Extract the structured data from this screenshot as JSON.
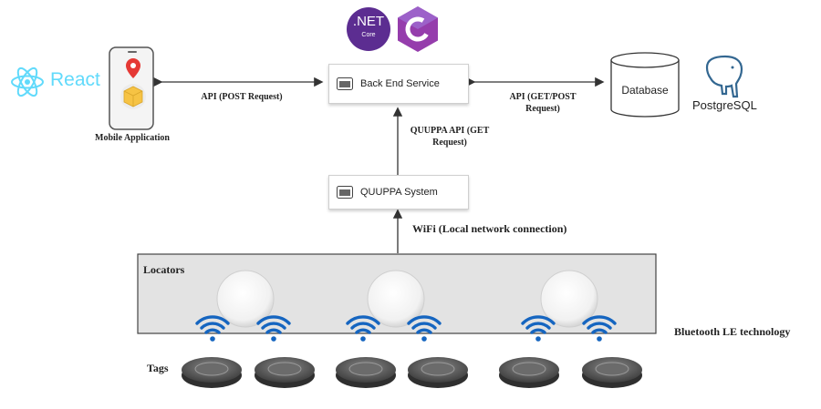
{
  "logos": {
    "dotnet": {
      "text": ".NET",
      "subtext": "Core",
      "color": "#5c2d91"
    },
    "csharp": {
      "text": "C#",
      "color": "#953dac"
    },
    "react": {
      "text": "React",
      "color": "#61dafb"
    },
    "postgres": {
      "text": "PostgreSQL",
      "color": "#336791"
    }
  },
  "nodes": {
    "backend": "Back End Service",
    "quuppa": "QUUPPA System",
    "database": "Database",
    "mobile": "Mobile Application"
  },
  "connections": {
    "mobile_backend": "API (POST Request)",
    "backend_db": "API (GET/POST Request)",
    "quuppa_backend": "QUUPPA API (GET Request)",
    "wifi": "WiFi (Local network connection)"
  },
  "hardware": {
    "locators": "Locators",
    "tags": "Tags",
    "bluetooth": "Bluetooth LE technology"
  },
  "colors": {
    "locator_panel": "#e3e3e3",
    "wifi_blue": "#1565c0",
    "pin_red": "#e53935",
    "box_yellow": "#f6c344"
  }
}
